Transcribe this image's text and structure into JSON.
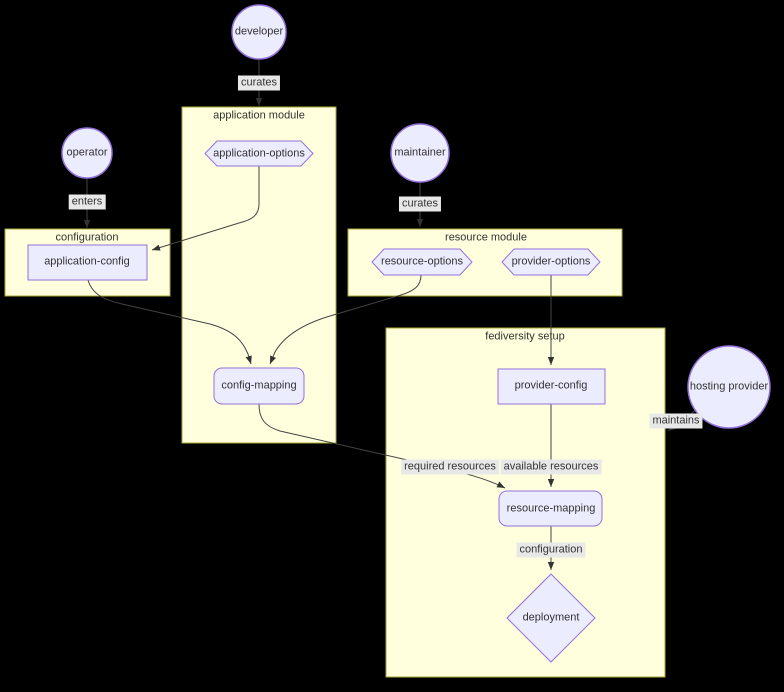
{
  "colors": {
    "background": "#000000",
    "cluster_fill": "#ffffde",
    "cluster_border": "#aaaa33",
    "node_fill": "#ececff",
    "node_border": "#9370db",
    "edge": "#444444",
    "arrowhead": "#333333",
    "edge_label_bg": "#e8e8e8",
    "text": "#333333"
  },
  "clusters": {
    "application_module": "application module",
    "configuration": "configuration",
    "resource_module": "resource module",
    "fediversity_setup": "fediversity setup"
  },
  "nodes": {
    "developer": "developer",
    "operator": "operator",
    "maintainer": "maintainer",
    "hosting_provider": "hosting provider",
    "application_options": "application-options",
    "resource_options": "resource-options",
    "provider_options": "provider-options",
    "application_config": "application-config",
    "config_mapping": "config-mapping",
    "provider_config": "provider-config",
    "resource_mapping": "resource-mapping",
    "deployment": "deployment"
  },
  "edge_labels": {
    "developer_curates": "curates",
    "operator_enters": "enters",
    "maintainer_curates": "curates",
    "provider_maintains": "maintains",
    "required_resources": "required resources",
    "available_resources": "available resources",
    "configuration": "configuration"
  }
}
